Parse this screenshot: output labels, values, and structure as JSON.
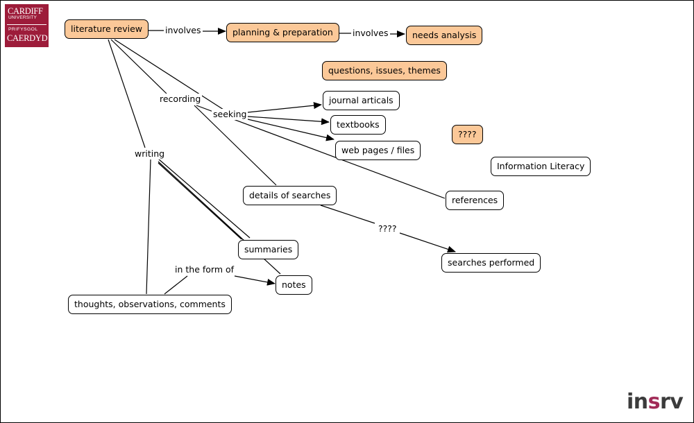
{
  "logo": {
    "line1": "CARDIFF",
    "line2": "UNIVERSITY",
    "line3": "PRIFYSGOL",
    "line4": "CAERDYD"
  },
  "brand": {
    "prefix": "in",
    "accent": "s",
    "suffix": "rv",
    "accent_color": "#a12b57"
  },
  "colors": {
    "highlight_node": "#fbc898",
    "logo_bg": "#9d1c3a"
  },
  "nodes": {
    "literature_review": "literature review",
    "planning_preparation": "planning & preparation",
    "needs_analysis": "needs analysis",
    "questions_issues_themes": "questions, issues, themes",
    "unknown_orange": "????",
    "journal_articals": "journal articals",
    "textbooks": "textbooks",
    "web_pages_files": "web pages / files",
    "information_literacy": "Information Literacy",
    "details_of_searches": "details of searches",
    "references": "references",
    "summaries": "summaries",
    "notes": "notes",
    "searches_performed": "searches performed",
    "thoughts": "thoughts, observations, comments"
  },
  "link_labels": {
    "involves_1": "involves",
    "involves_2": "involves",
    "recording": "recording",
    "seeking": "seeking",
    "writing": "writing",
    "unknown_link": "????",
    "in_the_form_of": "in the form of"
  }
}
